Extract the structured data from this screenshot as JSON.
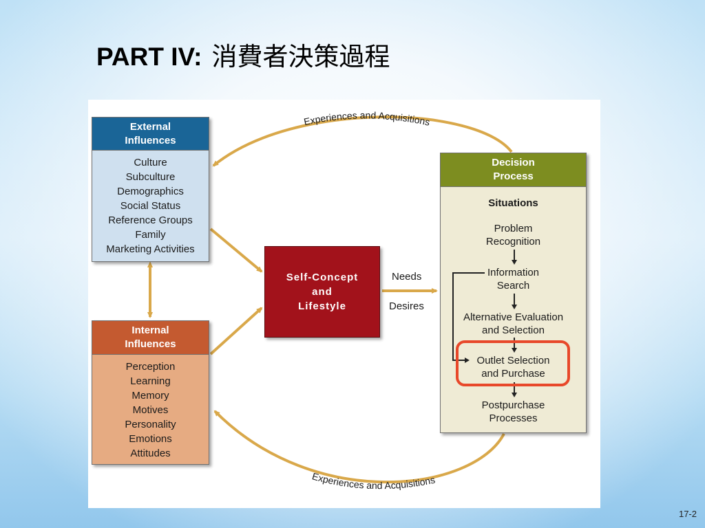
{
  "slide": {
    "title_part": "PART IV:",
    "title_text": "消費者決策過程",
    "page_number": "17-2"
  },
  "diagram": {
    "arc_top_label": "Experiences and Acquisitions",
    "arc_bottom_label": "Experiences and Acquisitions",
    "external": {
      "title_lines": [
        "External",
        "Influences"
      ],
      "items": [
        "Culture",
        "Subculture",
        "Demographics",
        "Social Status",
        "Reference Groups",
        "Family",
        "Marketing Activities"
      ]
    },
    "internal": {
      "title_lines": [
        "Internal",
        "Influences"
      ],
      "items": [
        "Perception",
        "Learning",
        "Memory",
        "Motives",
        "Personality",
        "Emotions",
        "Attitudes"
      ]
    },
    "self_concept": {
      "lines": [
        "Self-Concept",
        "and",
        "Lifestyle"
      ]
    },
    "needs_label": "Needs",
    "desires_label": "Desires",
    "decision": {
      "title_lines": [
        "Decision",
        "Process"
      ],
      "situations": "Situations",
      "steps": [
        [
          "Problem",
          "Recognition"
        ],
        [
          "Information",
          "Search"
        ],
        [
          "Alternative Evaluation",
          "and Selection"
        ],
        [
          "Outlet Selection",
          "and Purchase"
        ],
        [
          "Postpurchase",
          "Processes"
        ]
      ],
      "highlighted_step": "Outlet Selection and Purchase"
    },
    "colors": {
      "arrow_gold": "#d9a84a",
      "external_header": "#1a6597",
      "internal_header": "#c45a30",
      "self_concept": "#a2121b",
      "decision_header": "#7d8d20",
      "highlight": "#e8482a"
    }
  }
}
